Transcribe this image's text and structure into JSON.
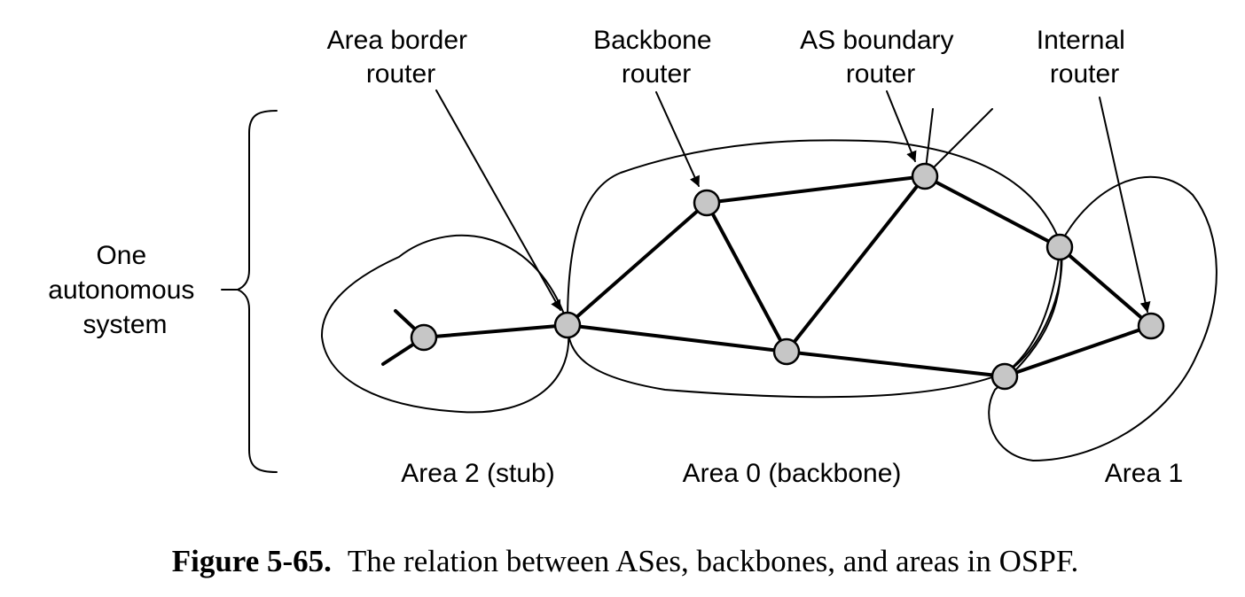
{
  "labels": {
    "area_border_router": [
      "Area border",
      "router"
    ],
    "backbone_router": [
      "Backbone",
      "router"
    ],
    "as_boundary_router": [
      "AS boundary",
      "router"
    ],
    "internal_router": [
      "Internal",
      "router"
    ],
    "autonomous_system": [
      "One",
      "autonomous",
      "system"
    ],
    "area_2": "Area 2 (stub)",
    "area_0": "Area 0 (backbone)",
    "area_1": "Area 1"
  },
  "caption": {
    "number": "Figure 5-65.",
    "text": "The relation between ASes, backbones, and areas in OSPF."
  },
  "colors": {
    "router_fill": "#c6c6c6",
    "stroke": "#000000"
  }
}
